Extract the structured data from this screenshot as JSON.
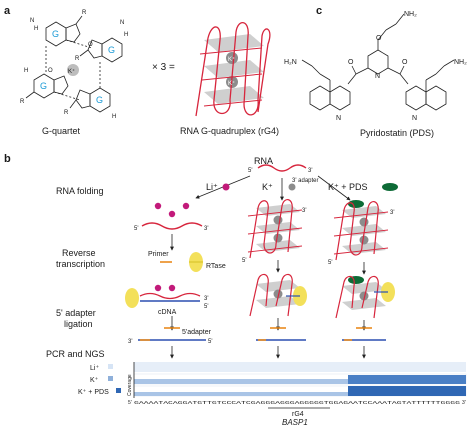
{
  "panels": {
    "a": {
      "letter": "a",
      "times3": "× 3 =",
      "quartet_caption": "G-quartet",
      "quadruplex_caption": "RNA G-quadruplex (rG4)",
      "ion": "K⁺",
      "g": "G",
      "atom_h": "H",
      "atom_n": "N",
      "atom_r": "R",
      "atom_o": "O"
    },
    "c": {
      "letter": "c",
      "caption": "Pyridostatin (PDS)",
      "nh2": "NH₂",
      "h2n": "H₂N",
      "o": "O",
      "n": "N",
      "nh": "H"
    },
    "b": {
      "letter": "b",
      "rna_label": "RNA",
      "five_prime": "5'",
      "three_prime": "3'",
      "adapter_3": "3' adapter",
      "condition_li": "Li⁺",
      "condition_k": "K⁺",
      "condition_kpds": "K⁺ + PDS",
      "steps": {
        "folding": "RNA folding",
        "rt_1": "Reverse",
        "rt_2": "transcription",
        "ligation_1": "5' adapter",
        "ligation_2": "ligation",
        "pcr": "PCR and NGS"
      },
      "primer": "Primer",
      "rtase": "RTase",
      "cdna": "cDNA",
      "adapter_5": "5'adapter",
      "track_labels": [
        "Li⁺",
        "K⁺",
        "K⁺ + PDS"
      ],
      "coverage": "Coverage",
      "sequence": "GAAAATACAGGATGTTGTCCCATCGAGGGAGGGAGGGGGTGGAGAATCCAAATAGTATTTTTTGGGG",
      "seq_5": "5'",
      "seq_3": "3'",
      "rg4_label": "rG4",
      "gene": "BASP1"
    }
  },
  "colors": {
    "red": "#d7263d",
    "pink": "#c21a7a",
    "yellow": "#f3e05a",
    "blue": "#2b4fb0",
    "green": "#0d6b36",
    "cyan": "#1a9ad6",
    "grey": "#8c8c8c"
  }
}
